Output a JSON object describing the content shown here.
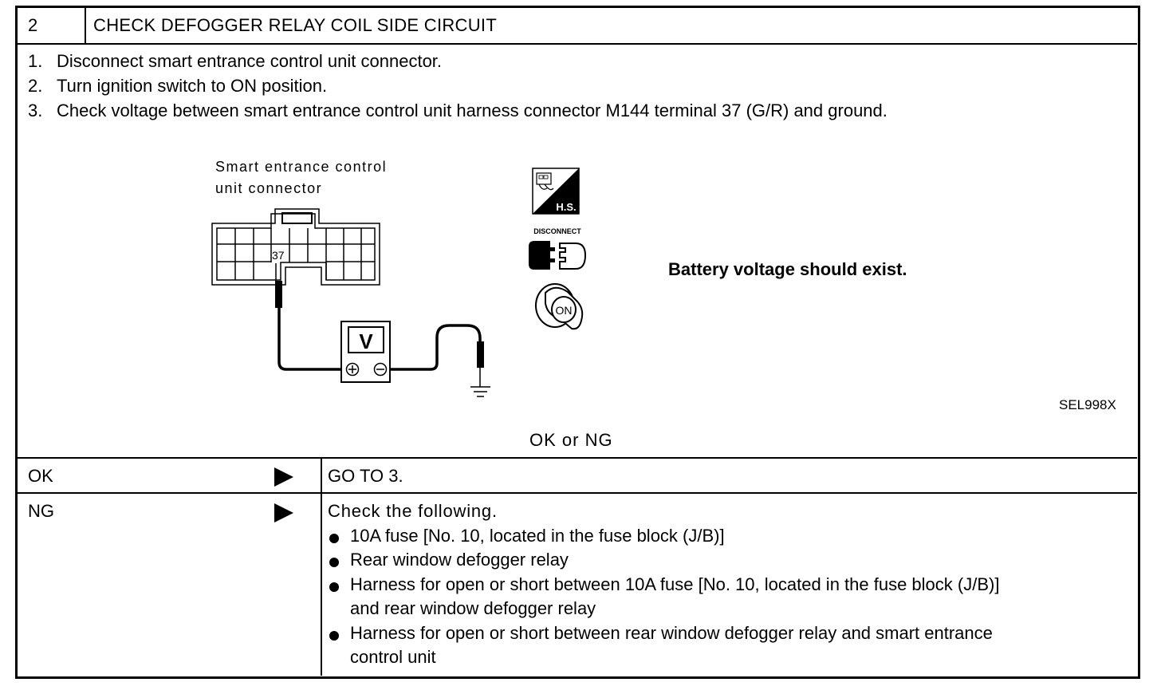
{
  "step": {
    "number": "2",
    "title": "CHECK DEFOGGER RELAY COIL SIDE CIRCUIT"
  },
  "instructions": [
    {
      "num": "1.",
      "text": "Disconnect smart entrance control unit connector."
    },
    {
      "num": "2.",
      "text": "Turn ignition switch to ON position."
    },
    {
      "num": "3.",
      "text": "Check voltage between smart entrance control unit harness connector M144 terminal 37 (G/R) and ground."
    }
  ],
  "diagram": {
    "connector_label_line1": "Smart entrance control",
    "connector_label_line2": "unit connector",
    "terminal_number": "37",
    "meter_symbol": "V",
    "icon_hs_label": "H.S.",
    "icon_disconnect_label": "DISCONNECT",
    "icon_key_label": "ON",
    "result": "Battery voltage should exist.",
    "figure_code": "SEL998X"
  },
  "verdict_prompt": "OK or NG",
  "rows": {
    "ok": {
      "label": "OK",
      "action": "GO TO 3."
    },
    "ng": {
      "label": "NG",
      "lead": "Check the following.",
      "items": [
        "10A fuse [No. 10, located in the fuse block (J/B)]",
        "Rear window defogger relay",
        "Harness for open or short between 10A fuse [No. 10, located in the fuse block (J/B)]",
        "and rear window defogger relay",
        "Harness for open or short between rear window defogger relay and smart entrance",
        "control unit"
      ]
    }
  }
}
